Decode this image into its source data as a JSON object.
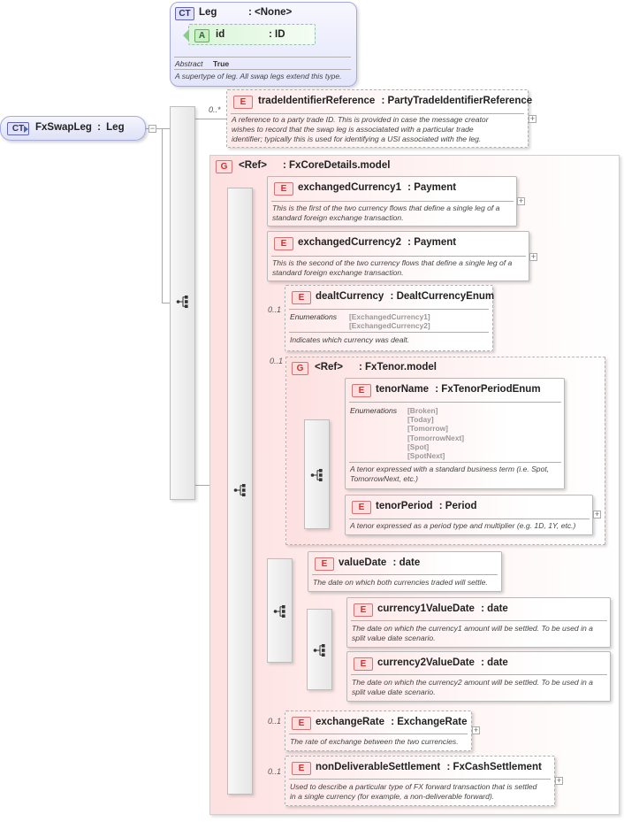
{
  "root": {
    "badge": "CT",
    "name": "FxSwapLeg",
    "sep": ":",
    "type": "Leg"
  },
  "leg": {
    "badge": "CT",
    "name": "Leg",
    "type": ": <None>",
    "attr": {
      "badge": "A",
      "name": "id",
      "type": ": ID"
    },
    "abstract_label": "Abstract",
    "abstract_value": "True",
    "doc": "A supertype of leg. All swap legs extend this type."
  },
  "trade_ref": {
    "occ": "0..*",
    "badge": "E",
    "name": "tradeIdentifierReference",
    "type": ": PartyTradeIdentifierReference",
    "doc": [
      "A reference to a party trade ID. This is provided in case the message creator",
      "wishes to record that the swap leg is associatated with a particular trade",
      "identifier; typically this is used for identifying a USI associated with the leg."
    ]
  },
  "core_group": {
    "badge": "G",
    "name": "<Ref>",
    "type": ": FxCoreDetails.model"
  },
  "exch1": {
    "badge": "E",
    "name": "exchangedCurrency1",
    "type": ": Payment",
    "doc": [
      "This is the first of the two currency flows that define a single leg of a",
      "standard foreign exchange transaction."
    ]
  },
  "exch2": {
    "badge": "E",
    "name": "exchangedCurrency2",
    "type": ": Payment",
    "doc": [
      "This is the second of the two currency flows that define a single leg of a",
      "standard foreign exchange transaction."
    ]
  },
  "dealt": {
    "occ": "0..1",
    "badge": "E",
    "name": "dealtCurrency",
    "type": ": DealtCurrencyEnum",
    "enum_label": "Enumerations",
    "enums": [
      "[ExchangedCurrency1]",
      "[ExchangedCurrency2]"
    ],
    "doc": "Indicates which currency was dealt."
  },
  "tenor_group": {
    "occ": "0..1",
    "badge": "G",
    "name": "<Ref>",
    "type": ": FxTenor.model"
  },
  "tenor_name": {
    "badge": "E",
    "name": "tenorName",
    "type": ": FxTenorPeriodEnum",
    "enum_label": "Enumerations",
    "enums": [
      "[Broken]",
      "[Today]",
      "[Tomorrow]",
      "[TomorrowNext]",
      "[Spot]",
      "[SpotNext]"
    ],
    "doc": [
      "A tenor expressed with a standard business term (i.e. Spot,",
      "TomorrowNext, etc.)"
    ]
  },
  "tenor_period": {
    "badge": "E",
    "name": "tenorPeriod",
    "type": ": Period",
    "doc": "A tenor expressed as a period type and multiplier (e.g. 1D, 1Y, etc.)"
  },
  "value_date": {
    "badge": "E",
    "name": "valueDate",
    "type": ": date",
    "doc": "The date on which both currencies traded will settle."
  },
  "cur1_vd": {
    "badge": "E",
    "name": "currency1ValueDate",
    "type": ": date",
    "doc": [
      "The date on which the currency1 amount will be settled. To be used in a",
      "split value date scenario."
    ]
  },
  "cur2_vd": {
    "badge": "E",
    "name": "currency2ValueDate",
    "type": ": date",
    "doc": [
      "The date on which the currency2 amount will be settled. To be used in a",
      "split value date scenario."
    ]
  },
  "exch_rate": {
    "occ": "0..1",
    "badge": "E",
    "name": "exchangeRate",
    "type": ": ExchangeRate",
    "doc": "The rate of exchange between the two currencies."
  },
  "nds": {
    "occ": "0..1",
    "badge": "E",
    "name": "nonDeliverableSettlement",
    "type": ": FxCashSettlement",
    "doc": [
      "Used to describe a particular type of FX forward transaction that is settled",
      "in a single currency (for example, a non-deliverable forward)."
    ]
  },
  "icons": {
    "sequence": "sequence-icon",
    "expand": "plus-icon",
    "collapse": "minus-icon"
  }
}
